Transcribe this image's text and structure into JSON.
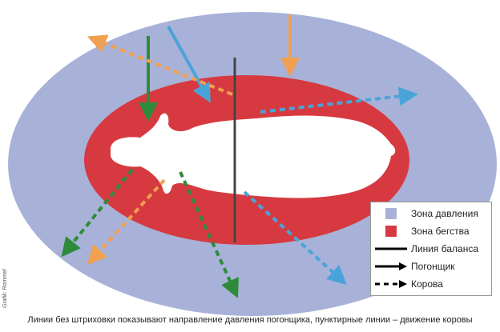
{
  "colors": {
    "pressure": "#a8b2d8",
    "flight": "#d63a40",
    "green": "#2e8b3a",
    "blue": "#4aa3d8",
    "orange": "#f0a050",
    "line": "#444444"
  },
  "legend": [
    {
      "kind": "swatch",
      "label": "Зона давления"
    },
    {
      "kind": "swatch",
      "label": "Зона бегства"
    },
    {
      "kind": "line",
      "label": "Линия баланса"
    },
    {
      "kind": "arrow",
      "label": "Погонщик"
    },
    {
      "kind": "dashed-arrow",
      "label": "Корова"
    }
  ],
  "credit": "Grafik: Rommel",
  "caption": "Линии без штриховки показывают направление давления погонщика, пунктирные линии – движение коровы"
}
